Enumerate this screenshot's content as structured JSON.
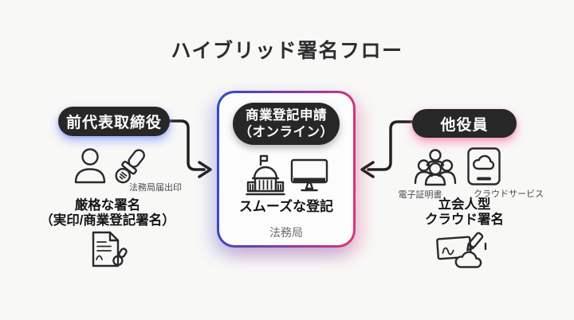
{
  "title": "ハイブリッド署名フロー",
  "colors": {
    "background": "#f8f8f7",
    "pill_bg": "#272727",
    "accent_blue": "#2e4cc3",
    "accent_pink": "#e03572",
    "glow_blue": "#8094fc",
    "glow_pink": "#ff76a5",
    "text_dark": "#1f1f1f",
    "text_gray": "#6b6b6f",
    "arrow": "#222222"
  },
  "left": {
    "pill_label": "前代表取締役",
    "icons": [
      "person-icon",
      "hanko-stamp-icon",
      "signed-document-icon"
    ],
    "stamp_caption": "法務局届出印",
    "heading_line1": "厳格な署名",
    "heading_line2": "（実印/商業登記署名）"
  },
  "center": {
    "pill_line1": "商業登記申請",
    "pill_line2": "（オンライン）",
    "icons": [
      "government-building-icon",
      "monitor-icon"
    ],
    "heading": "スムーズな登記",
    "caption": "法務局"
  },
  "right": {
    "pill_label": "他役員",
    "icons": [
      "people-group-icon",
      "tablet-cloud-icon",
      "cloud-signature-icon"
    ],
    "people_caption": "電子証明書",
    "tablet_caption": "クラウドサービス",
    "heading_line1": "立会人型",
    "heading_line2": "クラウド署名"
  }
}
